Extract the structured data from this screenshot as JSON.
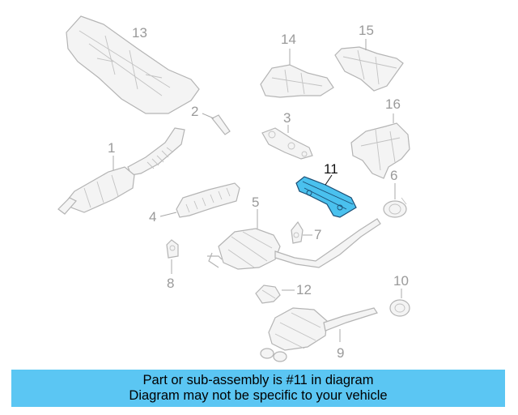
{
  "diagram": {
    "highlight_color": "#4ac1ee",
    "callouts": {
      "c1": "1",
      "c2": "2",
      "c3": "3",
      "c4": "4",
      "c5": "5",
      "c6": "6",
      "c7": "7",
      "c8": "8",
      "c9": "9",
      "c10": "10",
      "c11": "11",
      "c12": "12",
      "c13": "13",
      "c14": "14",
      "c15": "15",
      "c16": "16"
    }
  },
  "banner": {
    "line1": "Part or sub-assembly is #11 in diagram",
    "line2": "Diagram may not be specific to your vehicle",
    "color": "#5bc6f3"
  }
}
